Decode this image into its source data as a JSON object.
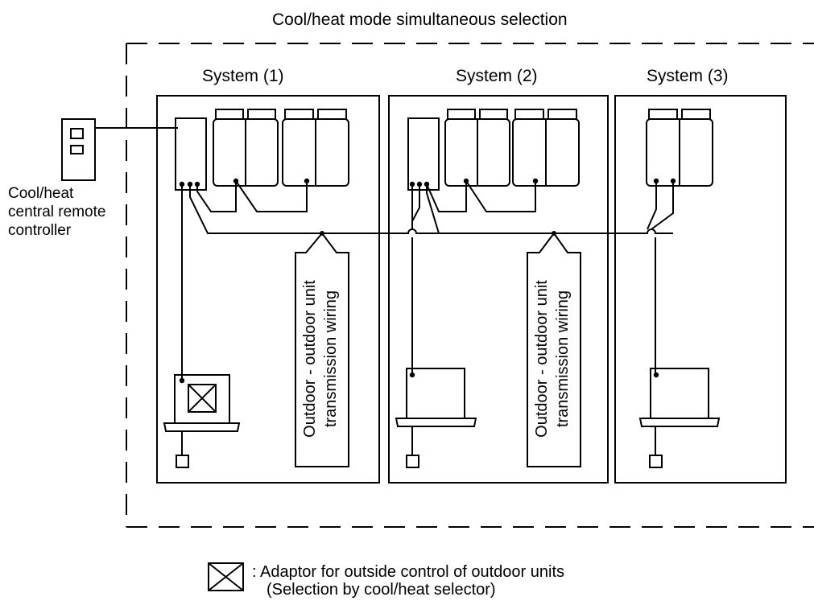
{
  "title": "Cool/heat mode simultaneous selection",
  "systems": [
    {
      "label": "System (1)"
    },
    {
      "label": "System (2)"
    },
    {
      "label": "System (3)"
    }
  ],
  "remote_controller": {
    "label_line1": "Cool/heat",
    "label_line2": "central remote",
    "label_line3": "controller"
  },
  "wiring_callouts": [
    {
      "line1": "Outdoor - outdoor unit",
      "line2": "transmission wiring"
    },
    {
      "line1": "Outdoor - outdoor unit",
      "line2": "transmission wiring"
    }
  ],
  "legend": {
    "icon": "adaptor-box-icon",
    "line1": ": Adaptor for outside control of outdoor units",
    "line2": "(Selection by cool/heat selector)"
  }
}
